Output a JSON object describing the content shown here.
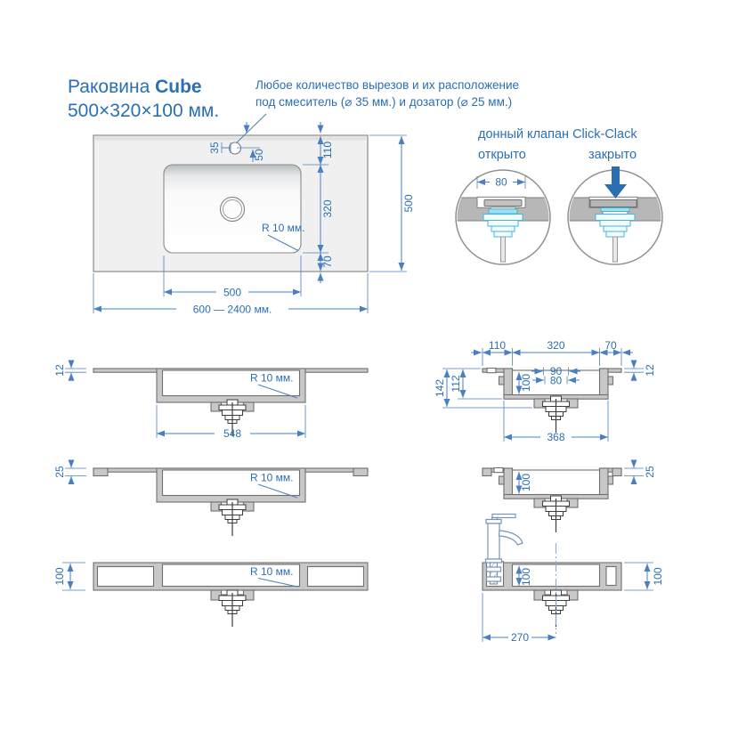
{
  "title": {
    "brand": "Раковина",
    "model": "Cube",
    "size": "500×320×100 мм."
  },
  "note": {
    "line1": "Любое количество вырезов и их расположение",
    "line2": "под смеситель (⌀ 35 мм.) и дозатор (⌀ 25 мм.)"
  },
  "valve": {
    "heading": "донный клапан Click-Clack",
    "open": "открыто",
    "closed": "закрыто",
    "cap_width": "80"
  },
  "top_view": {
    "hole_d": "35",
    "hole_offset": "50",
    "front": "110",
    "basin_depth": "320",
    "back": "70",
    "depth": "500",
    "basin_width": "500",
    "width_range": "600 — 2400 мм.",
    "radius": "R 10 мм."
  },
  "front_sections": {
    "s12": {
      "thickness": "12",
      "radius": "R 10 мм.",
      "drain_span": "548"
    },
    "s25": {
      "thickness": "25",
      "radius": "R 10 мм."
    },
    "s100": {
      "thickness": "100",
      "radius": "R 10 мм."
    }
  },
  "side_sections": {
    "s12": {
      "front": "110",
      "basin": "320",
      "back": "70",
      "thickness": "12",
      "h_total": "142",
      "h_inner": "112",
      "depth": "100",
      "boss_outer": "90",
      "boss_inner": "80",
      "drain_span": "368"
    },
    "s25": {
      "depth": "100",
      "thickness": "25"
    },
    "s100": {
      "depth": "100",
      "height": "100",
      "faucet_offset": "270"
    }
  },
  "colors": {
    "accent_blue": "#2b6fb3",
    "dim_line": "#4a80c2",
    "section_gray": "#c8c8c8",
    "valve_cyan": "#43b4da"
  }
}
